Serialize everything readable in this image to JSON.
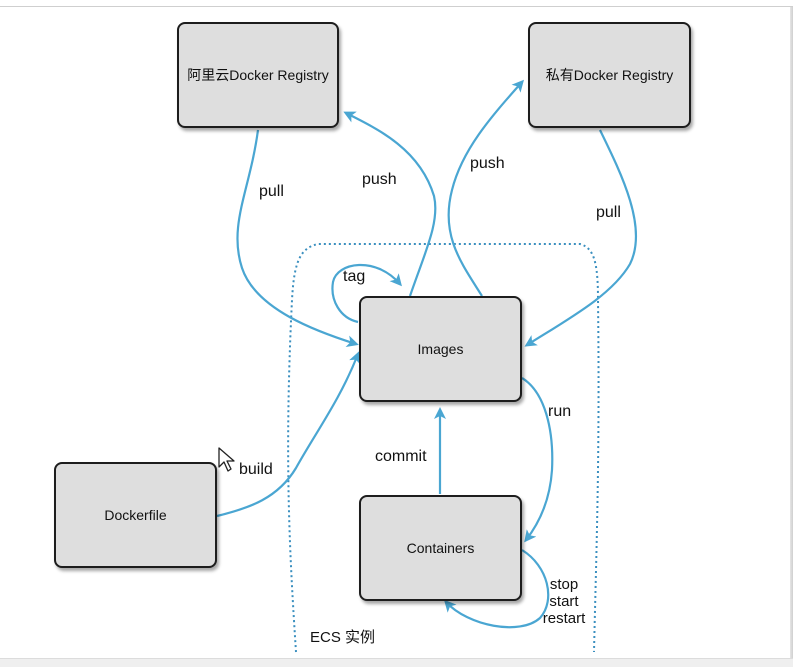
{
  "nodes": {
    "aliyun_registry": "阿里云Docker Registry",
    "private_registry": "私有Docker Registry",
    "images": "Images",
    "dockerfile": "Dockerfile",
    "containers": "Containers"
  },
  "edges": {
    "pull_left": "pull",
    "push_left": "push",
    "push_right": "push",
    "pull_right": "pull",
    "tag": "tag",
    "build": "build",
    "commit": "commit",
    "run": "run",
    "lifecycle": [
      "stop",
      "start",
      "restart"
    ]
  },
  "region_label": "ECS 实例",
  "colors": {
    "arrow": "#4aa6d2",
    "region_border": "#3a8fbf",
    "box_fill": "#dedede",
    "box_border": "#1d1d1d"
  },
  "icons": {
    "pointer": "mouse-pointer-icon"
  }
}
